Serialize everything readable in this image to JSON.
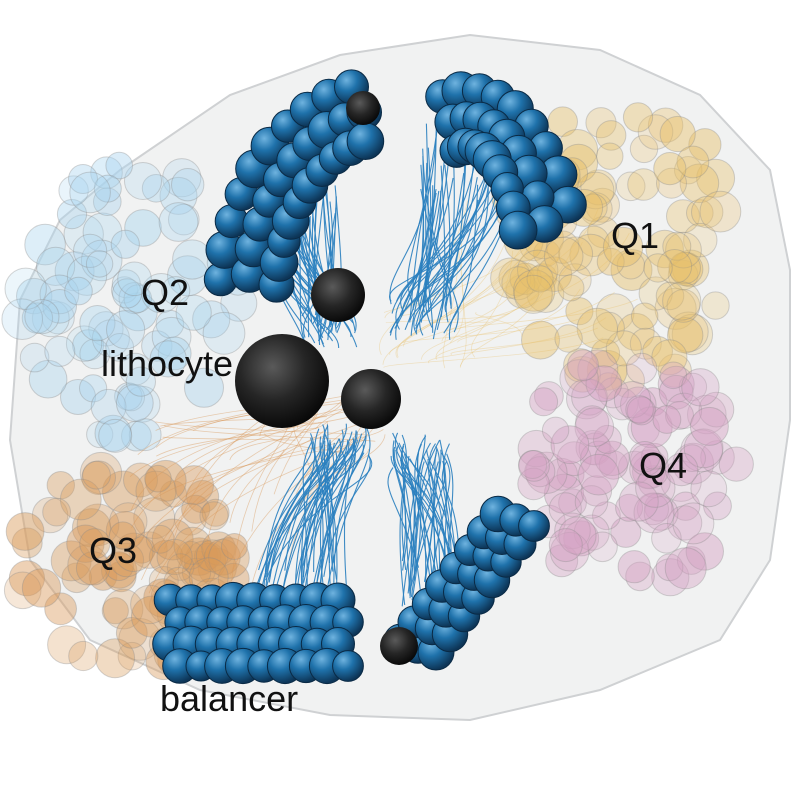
{
  "labels": {
    "q1": "Q1",
    "q2": "Q2",
    "q3": "Q3",
    "q4": "Q4",
    "lithocyte": "lithocyte",
    "balancer": "balancer"
  },
  "colors": {
    "background": "#ffffff",
    "body_envelope": "#e6e7e8",
    "q1_cells": "#e8c06a",
    "q2_cells": "#a9d4ee",
    "q3_cells": "#d99a5a",
    "q4_cells": "#d5a2c4",
    "balancer_cells": "#1b6fa8",
    "cilia_fibers": "#2a7fbf",
    "lithocyte_spheres": "#1c1c1c",
    "label_text": "#111111"
  }
}
